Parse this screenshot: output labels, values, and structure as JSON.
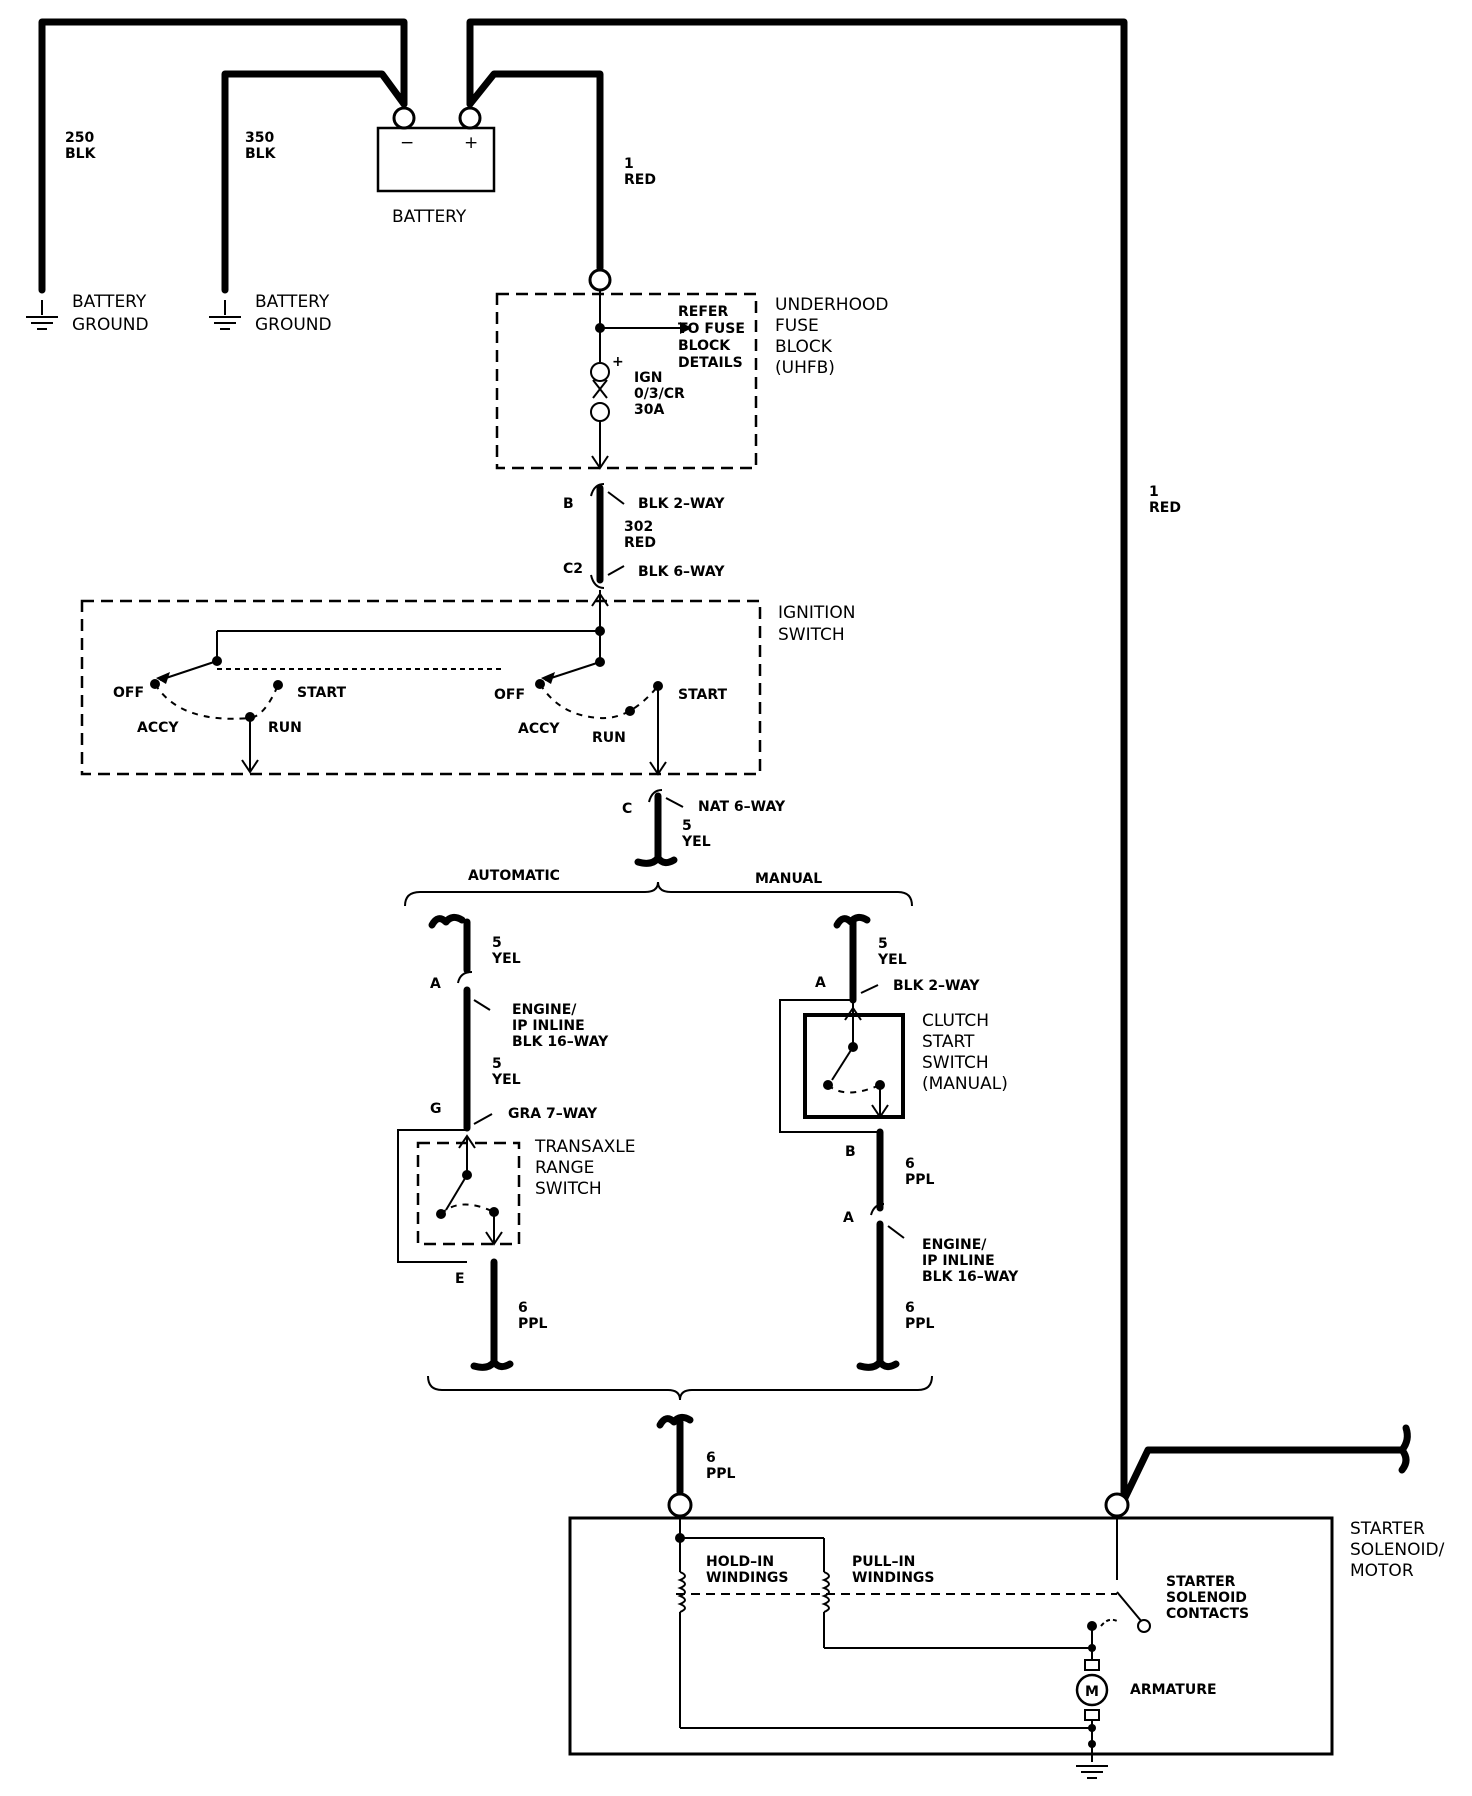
{
  "wires": {
    "ground_250": [
      "250",
      "BLK"
    ],
    "ground_350": [
      "350",
      "BLK"
    ],
    "feed_1_red_top": [
      "1",
      "RED"
    ],
    "feed_302_red": [
      "302",
      "RED"
    ],
    "feed_1_red_right": [
      "1",
      "RED"
    ],
    "yel_5_ign": [
      "5",
      "YEL"
    ],
    "yel_5_auto_a": [
      "5",
      "YEL"
    ],
    "yel_5_auto_g": [
      "5",
      "YEL"
    ],
    "yel_5_manual": [
      "5",
      "YEL"
    ],
    "ppl_6_auto": [
      "6",
      "PPL"
    ],
    "ppl_6_manual_b": [
      "6",
      "PPL"
    ],
    "ppl_6_manual_a": [
      "6",
      "PPL"
    ],
    "ppl_6_solenoid": [
      "6",
      "PPL"
    ]
  },
  "battery": {
    "label": "BATTERY",
    "neg": "−",
    "pos": "+"
  },
  "grounds": {
    "left": [
      "BATTERY",
      "GROUND"
    ],
    "right": [
      "BATTERY",
      "GROUND"
    ]
  },
  "fuse_block": {
    "title": [
      "UNDERHOOD",
      "FUSE",
      "BLOCK",
      "(UHFB)"
    ],
    "refer": [
      "REFER",
      "TO FUSE",
      "BLOCK",
      "DETAILS"
    ],
    "fuse": [
      "IGN",
      "0/3/CR",
      "30A"
    ],
    "plus": "+"
  },
  "connectors": {
    "b_pin": "B",
    "b_desc": "BLK 2–WAY",
    "c2_pin": "C2",
    "c2_desc": "BLK 6–WAY",
    "c_pin": "C",
    "c_desc": "NAT 6–WAY",
    "auto_a_pin": "A",
    "auto_a_desc": [
      "ENGINE/",
      "IP INLINE",
      "BLK 16–WAY"
    ],
    "auto_g_pin": "G",
    "auto_g_desc": "GRA 7–WAY",
    "auto_e_pin": "E",
    "man_a_pin": "A",
    "man_a_desc": "BLK 2–WAY",
    "man_b_pin": "B",
    "man_a2_pin": "A",
    "man_a2_desc": [
      "ENGINE/",
      "IP INLINE",
      "BLK 16–WAY"
    ]
  },
  "ignition_switch": {
    "title": [
      "IGNITION",
      "SWITCH"
    ],
    "left": {
      "off": "OFF",
      "accy": "ACCY",
      "run": "RUN",
      "start": "START"
    },
    "right": {
      "off": "OFF",
      "accy": "ACCY",
      "run": "RUN",
      "start": "START"
    }
  },
  "branches": {
    "automatic": "AUTOMATIC",
    "manual": "MANUAL"
  },
  "transaxle": {
    "title": [
      "TRANSAXLE",
      "RANGE",
      "SWITCH"
    ]
  },
  "clutch": {
    "title": [
      "CLUTCH",
      "START",
      "SWITCH",
      "(MANUAL)"
    ]
  },
  "starter": {
    "title": [
      "STARTER",
      "SOLENOID/",
      "MOTOR"
    ],
    "hold_in": [
      "HOLD–IN",
      "WINDINGS"
    ],
    "pull_in": [
      "PULL–IN",
      "WINDINGS"
    ],
    "contacts": [
      "STARTER",
      "SOLENOID",
      "CONTACTS"
    ],
    "armature": "ARMATURE",
    "motor_symbol": "M"
  }
}
